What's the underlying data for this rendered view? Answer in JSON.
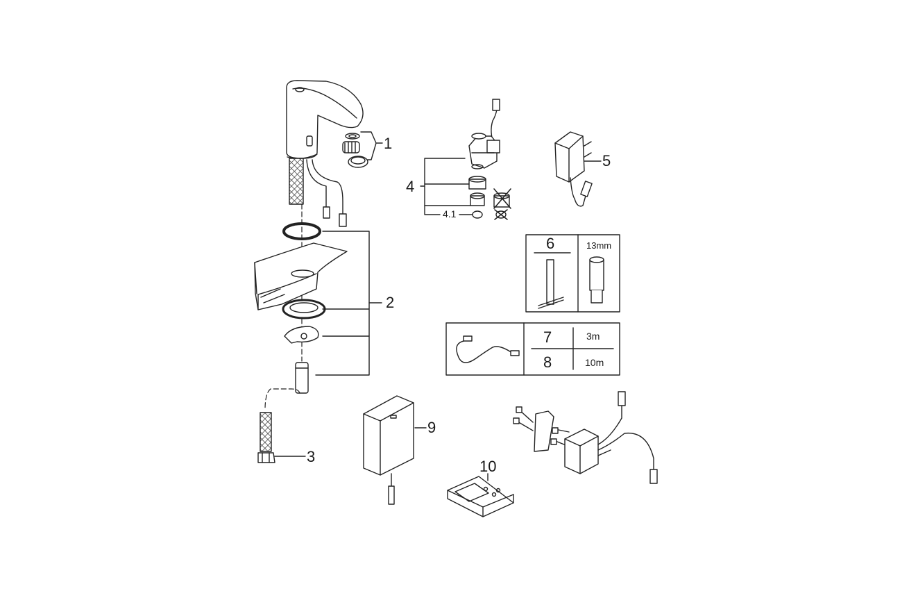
{
  "labels": {
    "l1": "1",
    "l2": "2",
    "l3": "3",
    "l4": "4",
    "l41": "4.1",
    "l5": "5",
    "l6": "6",
    "l6_size": "13mm",
    "l7": "7",
    "l7_len": "3m",
    "l8": "8",
    "l8_len": "10m",
    "l9": "9",
    "l10": "10"
  }
}
